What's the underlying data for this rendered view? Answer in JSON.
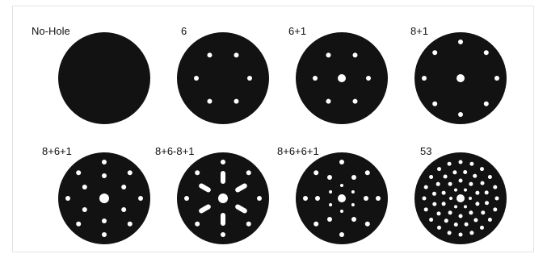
{
  "pads": [
    {
      "label": "No-Hole",
      "pattern": "none"
    },
    {
      "label": "6",
      "pattern": "6"
    },
    {
      "label": "6+1",
      "pattern": "6+1"
    },
    {
      "label": "8+1",
      "pattern": "8+1"
    },
    {
      "label": "8+6+1",
      "pattern": "8+6+1"
    },
    {
      "label": "8+6-8+1",
      "pattern": "8+6-8+1"
    },
    {
      "label": "8+6+6+1",
      "pattern": "8+6+6+1"
    },
    {
      "label": "53",
      "pattern": "53"
    }
  ],
  "colors": {
    "disc": "#121212",
    "hole": "#ffffff",
    "frame_border": "#e3e3e3"
  }
}
